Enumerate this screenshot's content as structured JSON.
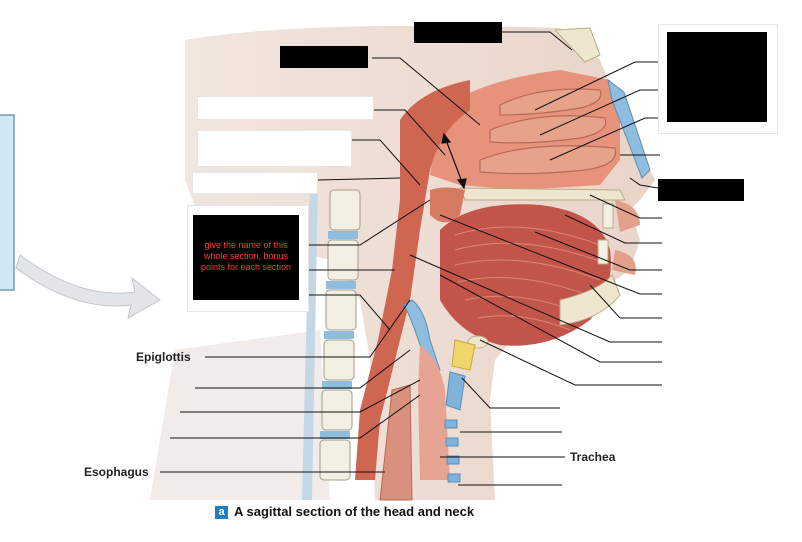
{
  "labels": {
    "epiglottis": "Epiglottis",
    "esophagus": "Esophagus",
    "trachea": "Trachea"
  },
  "annotation": "give the name of this whole section, bonus points for each section",
  "caption": {
    "letter": "a",
    "text": "A sagittal section of the head and neck"
  },
  "colors": {
    "tissue": "#d98a6e",
    "muscle": "#c2544a",
    "cavity": "#f5c9b8",
    "cartilage": "#7fb3dc",
    "bone": "#efe6cf",
    "arrow": "#cfd3d6",
    "redaction": "#000000",
    "annotation_text": "#ff3b2f",
    "caption_badge": "#1f7fc1"
  }
}
